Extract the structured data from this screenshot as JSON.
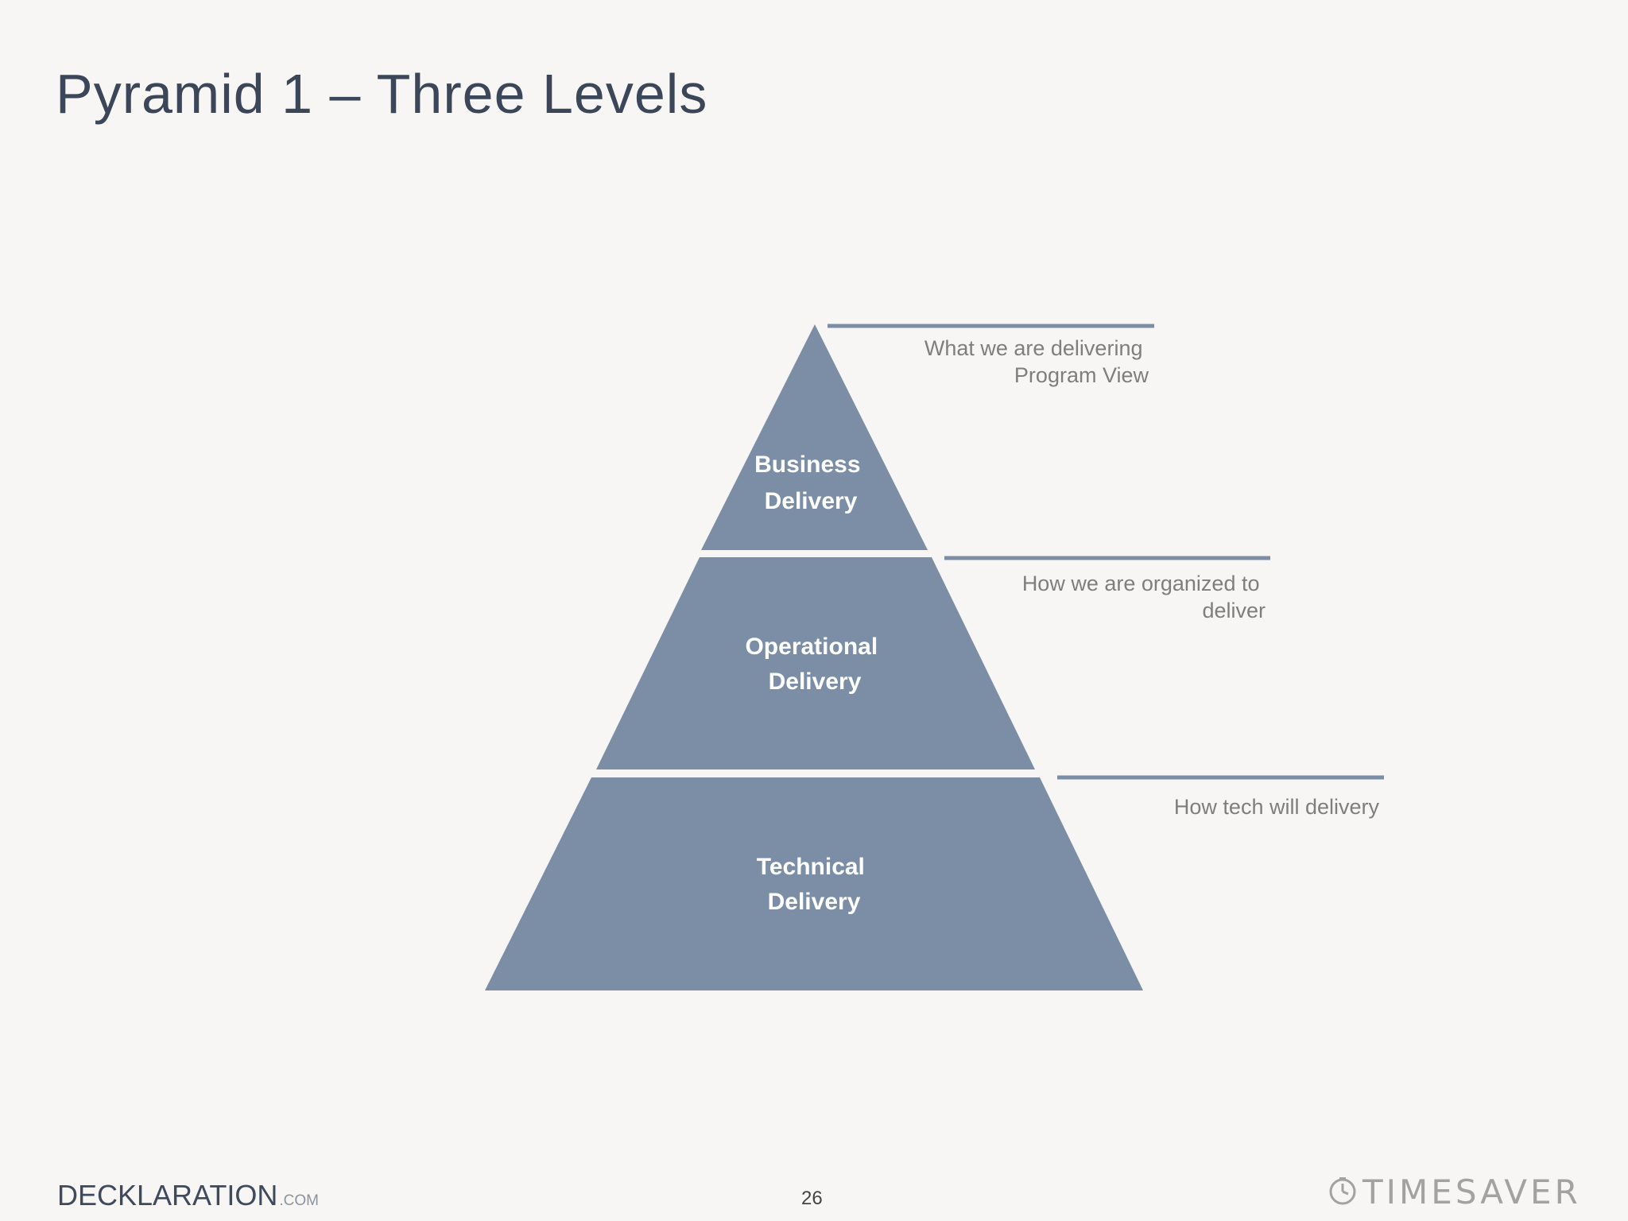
{
  "title": "Pyramid 1 – Three Levels",
  "pyramid": {
    "fill_color": "#7b8ea6",
    "line_color": "#7b8ea6",
    "label_color": "#ffffff",
    "annotation_color": "#7e7e7e",
    "levels": [
      {
        "label_lines": [
          "Business",
          "Delivery"
        ],
        "annotation_lines": [
          "What we are delivering",
          "Program View"
        ]
      },
      {
        "label_lines": [
          "Operational",
          "Delivery"
        ],
        "annotation_lines": [
          "How we are organized to",
          "deliver"
        ]
      },
      {
        "label_lines": [
          "Technical",
          "Delivery"
        ],
        "annotation_lines": [
          "How tech will delivery"
        ]
      }
    ]
  },
  "footer": {
    "brand": "DECKLARATION",
    "brand_suffix": ".COM",
    "page_number": "26",
    "logo_text": "TIMESAVER",
    "logo_icon": "clock-icon"
  }
}
